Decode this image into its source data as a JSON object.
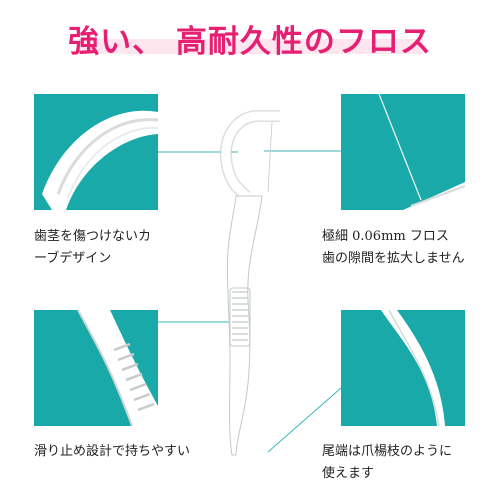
{
  "headline": "強い、 高耐久性のフロス",
  "features": [
    {
      "lines": [
        "歯茎を傷つけないカ",
        "ーブデザイン"
      ]
    },
    {
      "lines": [
        "極細 0.06mm フロス",
        "歯の隙間を拡大しません"
      ]
    },
    {
      "lines": [
        "滑り止め設計で持ちやすい"
      ]
    },
    {
      "lines": [
        "尾端は爪楊枝のように",
        "使えます"
      ]
    }
  ],
  "colors": {
    "accent": "#e61f73",
    "highlight": "#fde6ee",
    "panel": "#1aa9a9",
    "connector": "#3bb6b6"
  }
}
